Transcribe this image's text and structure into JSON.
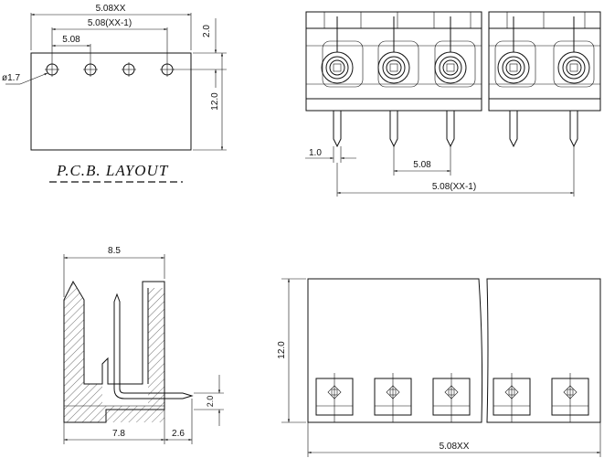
{
  "pcb_layout": {
    "title": "P.C.B.  LAYOUT",
    "dim_total_width": "5.08XX",
    "dim_pitch_span": "5.08(XX-1)",
    "dim_pitch": "5.08",
    "dim_hole_diameter": "ø1.7",
    "dim_top_offset": "2.0",
    "dim_height": "12.0"
  },
  "front_view": {
    "dim_pin_width": "1.0",
    "dim_pitch": "5.08",
    "dim_pitch_span": "5.08(XX-1)"
  },
  "side_view": {
    "dim_width": "8.5",
    "dim_base": "7.8",
    "dim_pin_extension": "2.6",
    "dim_pin_height": "2.0"
  },
  "bottom_view": {
    "dim_height": "12.0",
    "dim_total_width": "5.08XX"
  }
}
